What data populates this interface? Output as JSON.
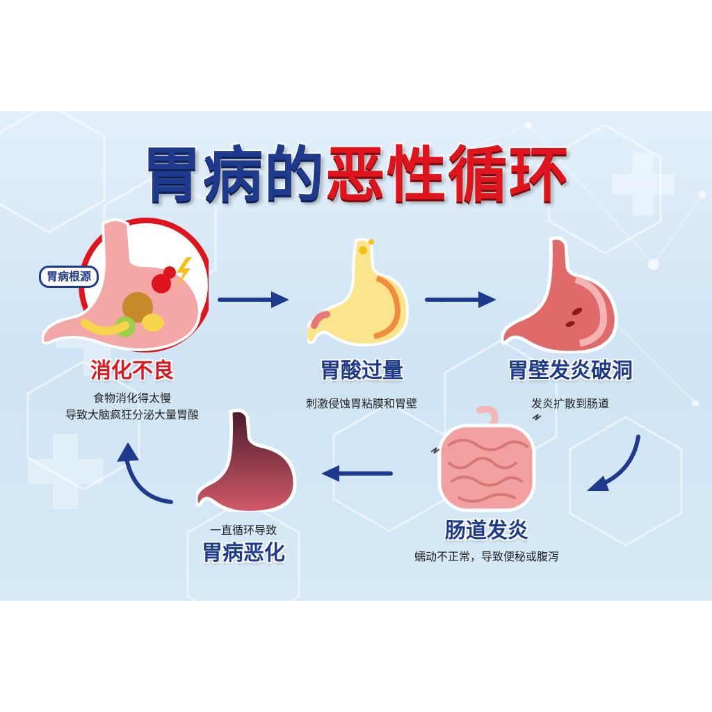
{
  "title": {
    "main": "胃病的",
    "accent": "恶性循环"
  },
  "badge": "胃病根源",
  "stages": [
    {
      "label": "消化不良",
      "desc_lines": [
        "食物消化得太慢",
        "导致大脑疯狂分泌大量胃酸"
      ],
      "color": "#e0141c"
    },
    {
      "label": "胃酸过量",
      "desc_lines": [
        "刺激侵蚀胃粘膜和胃壁"
      ],
      "color": "#1e3a8c"
    },
    {
      "label": "胃壁发炎破洞",
      "desc_lines": [
        "发炎扩散到肠道"
      ],
      "color": "#1e3a8c"
    },
    {
      "label": "肠道发炎",
      "desc_lines": [
        "蠕动不正常，导致便秘或腹泻"
      ],
      "color": "#1e3a8c"
    },
    {
      "label": "胃病恶化",
      "desc_lines": [
        "一直循环导致"
      ],
      "color": "#1e3a8c"
    }
  ],
  "colors": {
    "navy": "#1e3a8c",
    "red": "#e0141c",
    "background": "#d6e9f6"
  },
  "icons": [
    "stomach-with-food-icon",
    "stomach-acid-icon",
    "inflamed-stomach-icon",
    "intestine-icon",
    "dark-stomach-icon",
    "arrow-icon"
  ]
}
